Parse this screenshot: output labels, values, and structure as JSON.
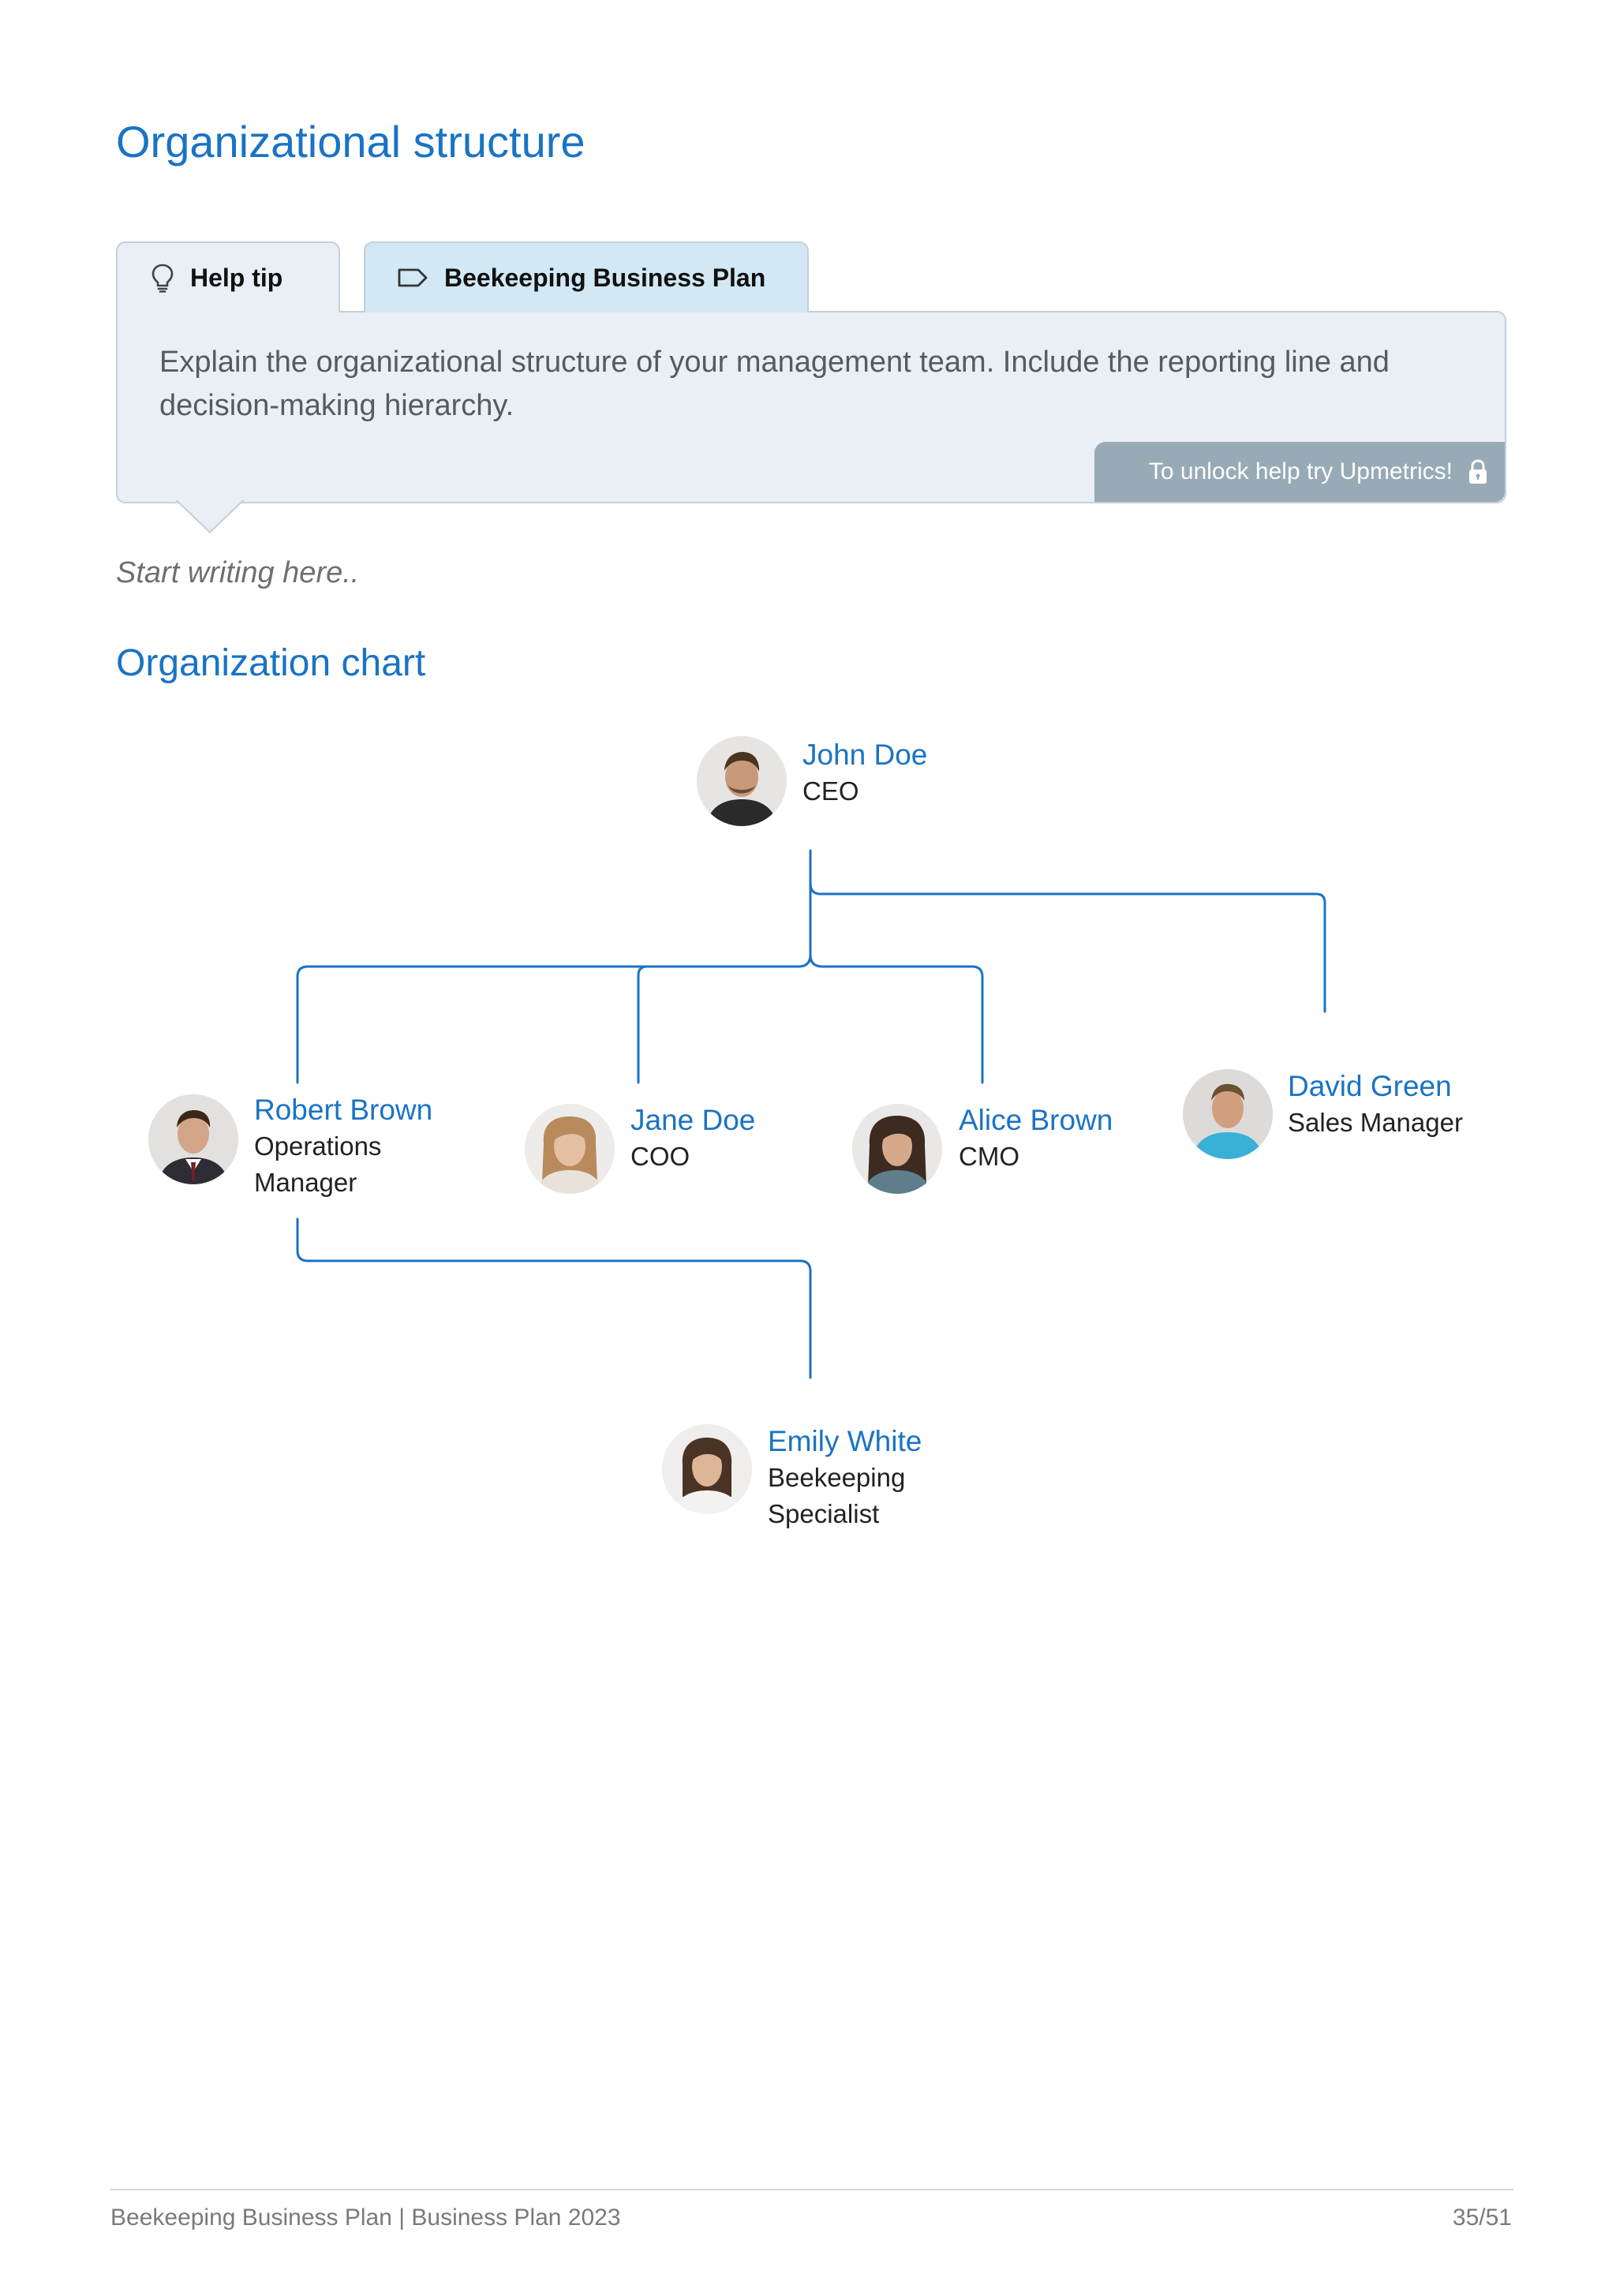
{
  "page": {
    "title": "Organizational structure"
  },
  "tabs": {
    "help_label": "Help tip",
    "help_icon": "lightbulb-icon",
    "plan_label": "Beekeeping Business Plan",
    "plan_icon": "tag-icon"
  },
  "tip": {
    "text": "Explain the organizational structure of your management team. Include the reporting line and decision-making hierarchy.",
    "unlock_label": "To unlock help try Upmetrics!",
    "unlock_icon": "lock-icon"
  },
  "editor": {
    "placeholder": "Start writing here.."
  },
  "org_chart": {
    "title": "Organization chart",
    "people": [
      {
        "name": "John Doe",
        "role": "CEO",
        "avatar_icon": "person-avatar-icon"
      },
      {
        "name": "Robert Brown",
        "role_line1": "Operations",
        "role_line2": "Manager",
        "avatar_icon": "person-avatar-icon"
      },
      {
        "name": "Jane Doe",
        "role": "COO",
        "avatar_icon": "person-avatar-icon"
      },
      {
        "name": "Alice Brown",
        "role": "CMO",
        "avatar_icon": "person-avatar-icon"
      },
      {
        "name": "David Green",
        "role": "Sales Manager",
        "avatar_icon": "person-avatar-icon"
      },
      {
        "name": "Emily White",
        "role_line1": "Beekeeping",
        "role_line2": "Specialist",
        "avatar_icon": "person-avatar-icon"
      }
    ],
    "reports_to": [
      {
        "from": "Robert Brown",
        "to": "John Doe"
      },
      {
        "from": "Jane Doe",
        "to": "John Doe"
      },
      {
        "from": "Alice Brown",
        "to": "John Doe"
      },
      {
        "from": "David Green",
        "to": "John Doe"
      },
      {
        "from": "Emily White",
        "to": "Robert Brown"
      }
    ],
    "colors": {
      "name": "#1a73c4",
      "connector": "#1a73c4"
    }
  },
  "footer": {
    "left": "Beekeeping Business Plan | Business Plan 2023",
    "page_number": "35/51"
  },
  "colors": {
    "accent": "#1a73c4",
    "tip_background": "#eaeef5",
    "plan_tab_background": "#d2e8f4",
    "unlock_badge": "#97aab6"
  }
}
